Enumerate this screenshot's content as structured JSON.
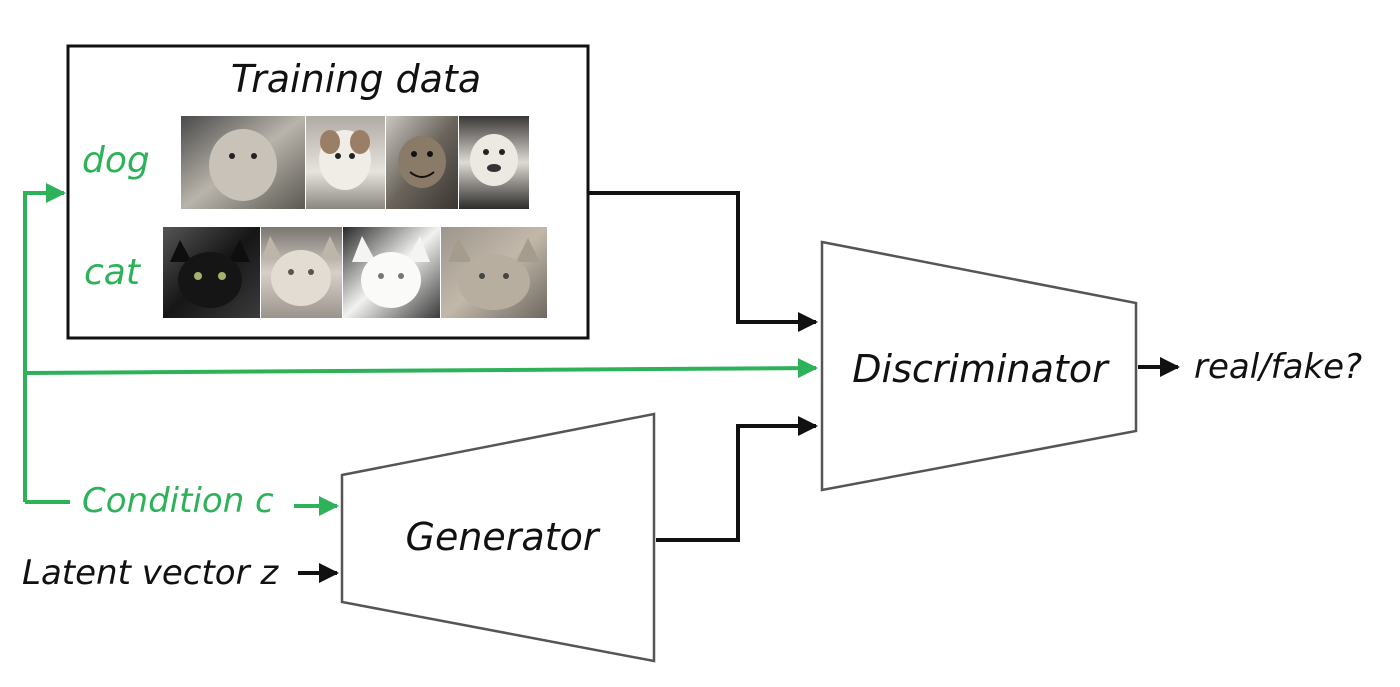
{
  "training_box": {
    "title": "Training data"
  },
  "classes": [
    {
      "label": "dog",
      "images": [
        "dog-photo-1",
        "dog-photo-2",
        "dog-photo-3",
        "dog-photo-4"
      ]
    },
    {
      "label": "cat",
      "images": [
        "cat-photo-1",
        "cat-photo-2",
        "cat-photo-3",
        "cat-photo-4"
      ]
    }
  ],
  "discriminator": {
    "label": "Discriminator"
  },
  "generator": {
    "label": "Generator"
  },
  "inputs": {
    "condition": "Condition c",
    "latent": "Latent vector z"
  },
  "output": {
    "label": "real/fake?"
  },
  "colors": {
    "condition_green": "#2db25a",
    "line_black": "#111111"
  }
}
